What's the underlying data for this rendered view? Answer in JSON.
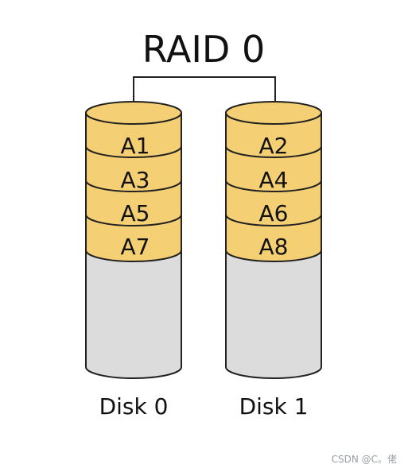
{
  "title": "RAID 0",
  "colors": {
    "block_fill": "#f4cf73",
    "empty_fill": "#dcdcdc",
    "stroke": "#222222"
  },
  "disks": [
    {
      "label": "Disk 0",
      "blocks": [
        "A1",
        "A3",
        "A5",
        "A7"
      ]
    },
    {
      "label": "Disk 1",
      "blocks": [
        "A2",
        "A4",
        "A6",
        "A8"
      ]
    }
  ],
  "watermark": "CSDN @C。佬"
}
